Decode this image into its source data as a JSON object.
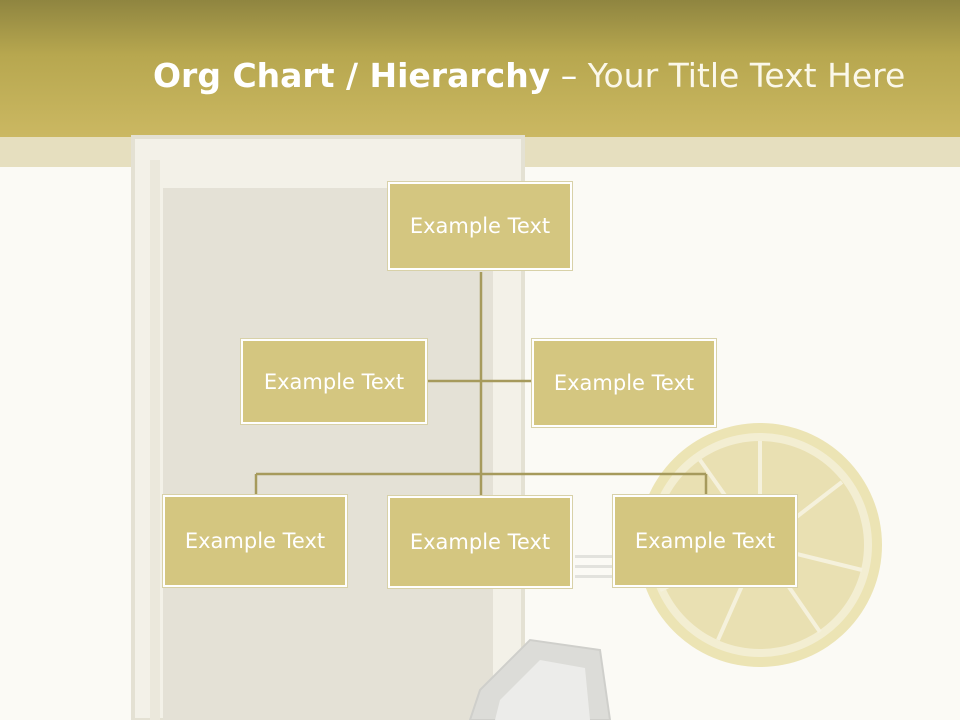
{
  "slide": {
    "title_bold": "Org Chart / Hierarchy",
    "title_sep": " – ",
    "title_light": "Your Title Text Here"
  },
  "org_chart": {
    "top": "Example Text",
    "assistants": [
      "Example Text",
      "Example Text"
    ],
    "subordinates": [
      "Example Text",
      "Example Text",
      "Example Text"
    ]
  },
  "colors": {
    "header": "#b7a74f",
    "box_fill": "#d4c680",
    "connector": "#a69a5c",
    "background": "#fbfaf5"
  }
}
